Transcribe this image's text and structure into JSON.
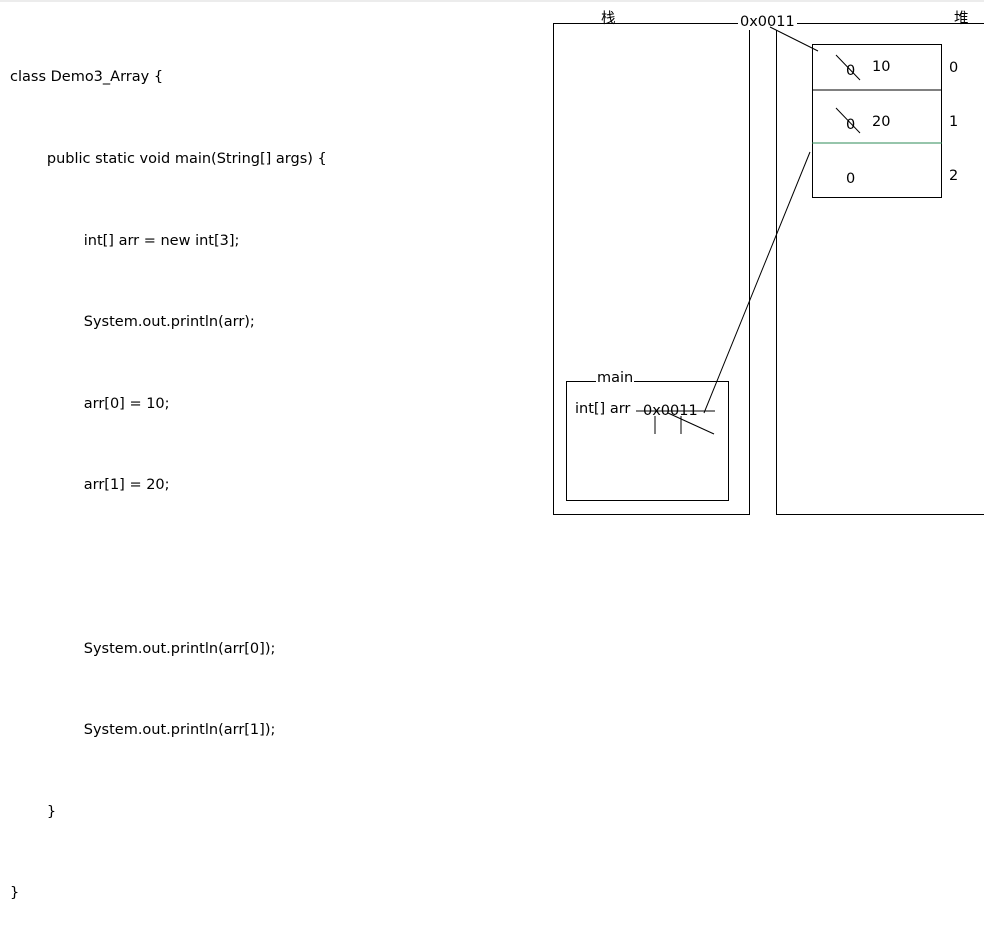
{
  "code": {
    "lines": [
      "class Demo3_Array {",
      "        public static void main(String[] args) {",
      "                int[] arr = new int[3];",
      "                System.out.println(arr);",
      "                arr[0] = 10;",
      "                arr[1] = 20;",
      "",
      "                System.out.println(arr[0]);",
      "                System.out.println(arr[1]);",
      "        }",
      "}"
    ]
  },
  "stack": {
    "title": "栈",
    "frame": {
      "name": "main",
      "variable": "int[] arr",
      "value": "0x0011"
    }
  },
  "heap": {
    "title": "堆",
    "address": "0x0011",
    "cells": [
      {
        "old": "0",
        "new": "10",
        "index": "0"
      },
      {
        "old": "0",
        "new": "20",
        "index": "1"
      },
      {
        "old": "0",
        "new": "",
        "index": "2"
      }
    ],
    "highlight_color": "#2e8b57"
  }
}
